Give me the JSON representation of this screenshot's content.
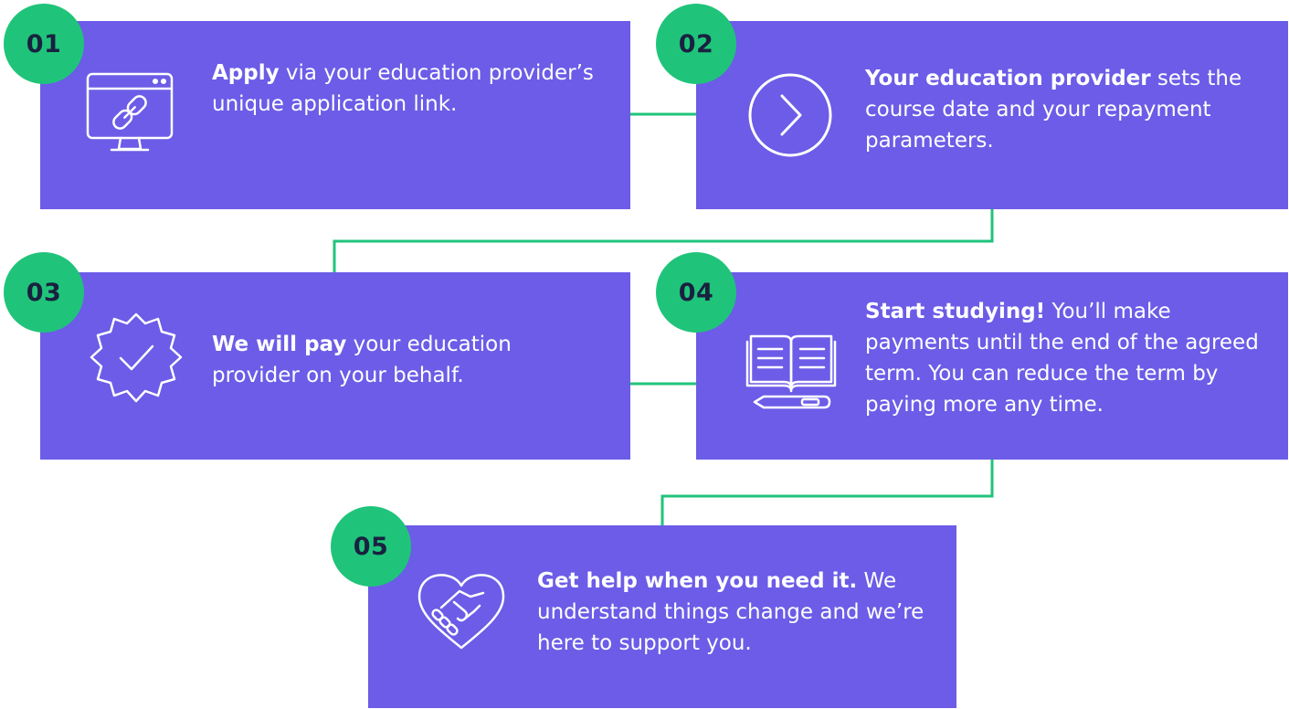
{
  "colors": {
    "card": "#6c5ce7",
    "badge": "#1fc47a",
    "badge_text": "#1a2140",
    "connector": "#1fc47a"
  },
  "steps": [
    {
      "number": "01",
      "icon": "browser-link-icon",
      "bold": "Apply",
      "text": " via your education provider’s unique application link."
    },
    {
      "number": "02",
      "icon": "chevron-right-circle-icon",
      "bold": "Your education provider",
      "text": " sets the course date and your repayment parameters."
    },
    {
      "number": "03",
      "icon": "verified-badge-icon",
      "bold": "We will pay",
      "text": " your education provider on your behalf."
    },
    {
      "number": "04",
      "icon": "book-pen-icon",
      "bold": "Start studying!",
      "text": " You’ll make payments until the end of the agreed term. You can reduce the term by paying more any time."
    },
    {
      "number": "05",
      "icon": "heart-handshake-icon",
      "bold": "Get help when you need it.",
      "text": " We understand things change and we’re here to support you."
    }
  ]
}
